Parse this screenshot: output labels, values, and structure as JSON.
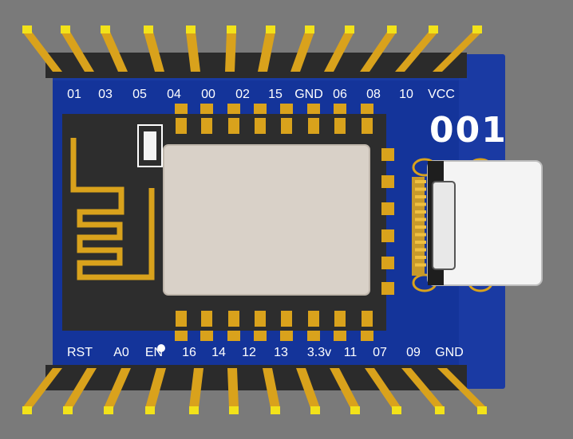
{
  "board": {
    "pcb_color": "#14349a",
    "gold_color": "#d9a21c",
    "pin_tip_color": "#f2e21a",
    "header_color": "#2b2b2b",
    "module_color": "#2d2d2d",
    "shield_color": "#d9d1c8",
    "usb_color": "#f2f2f2",
    "brand_mark": "001",
    "top_pin_labels": [
      "01",
      "03",
      "05",
      "04",
      "00",
      "02",
      "15",
      "GND",
      "06",
      "08",
      "10",
      "VCC"
    ],
    "bottom_pin_labels": [
      "RST",
      "A0",
      "EN",
      "16",
      "14",
      "12",
      "13",
      "3.3v",
      "11",
      "07",
      "09",
      "GND"
    ],
    "components": {
      "antenna": "pcb-trace-antenna",
      "module": "wifi-module-shield",
      "connector": "usb-type-c-connector",
      "led": "smd-led"
    }
  }
}
